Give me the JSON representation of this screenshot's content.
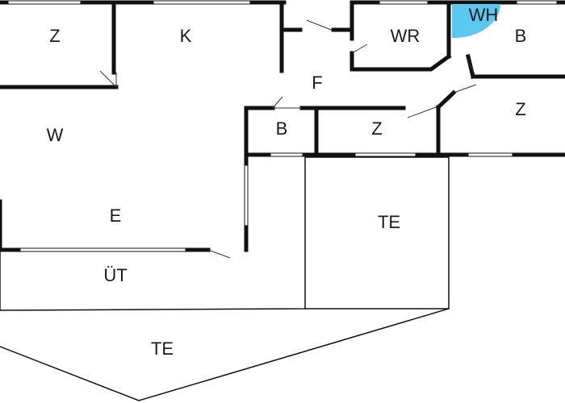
{
  "floor_plan": {
    "rooms": [
      {
        "id": "z-topleft",
        "label": "Z"
      },
      {
        "id": "k",
        "label": "K"
      },
      {
        "id": "wr",
        "label": "WR"
      },
      {
        "id": "wh",
        "label": "WH"
      },
      {
        "id": "b-topright",
        "label": "B"
      },
      {
        "id": "f",
        "label": "F"
      },
      {
        "id": "z-right",
        "label": "Z"
      },
      {
        "id": "w",
        "label": "W"
      },
      {
        "id": "b-middle",
        "label": "B"
      },
      {
        "id": "z-middle",
        "label": "Z"
      },
      {
        "id": "e",
        "label": "E"
      },
      {
        "id": "te-right",
        "label": "TE"
      },
      {
        "id": "ut",
        "label": "ÜT"
      },
      {
        "id": "te-bottom",
        "label": "TE"
      }
    ],
    "colors": {
      "wall": "#111111",
      "background": "#ffffff",
      "wh_fixture": "#5bc8f0"
    }
  }
}
